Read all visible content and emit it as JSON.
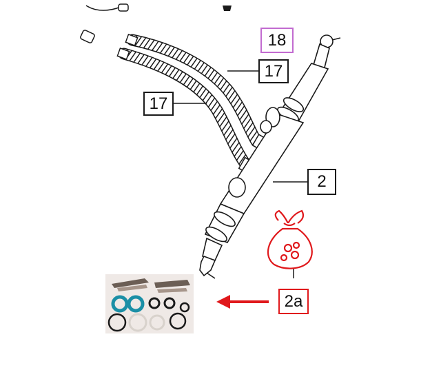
{
  "callouts": {
    "top_18": "18",
    "upper_17": "17",
    "left_17": "17",
    "cylinder_2": "2",
    "kit_2a": "2a"
  },
  "colors": {
    "line": "#1a1a1a",
    "purple_box": "#c26bd0",
    "red": "#e0191c",
    "seal_blue": "#1b8fa6",
    "photo_bg": "#efe9e6"
  }
}
